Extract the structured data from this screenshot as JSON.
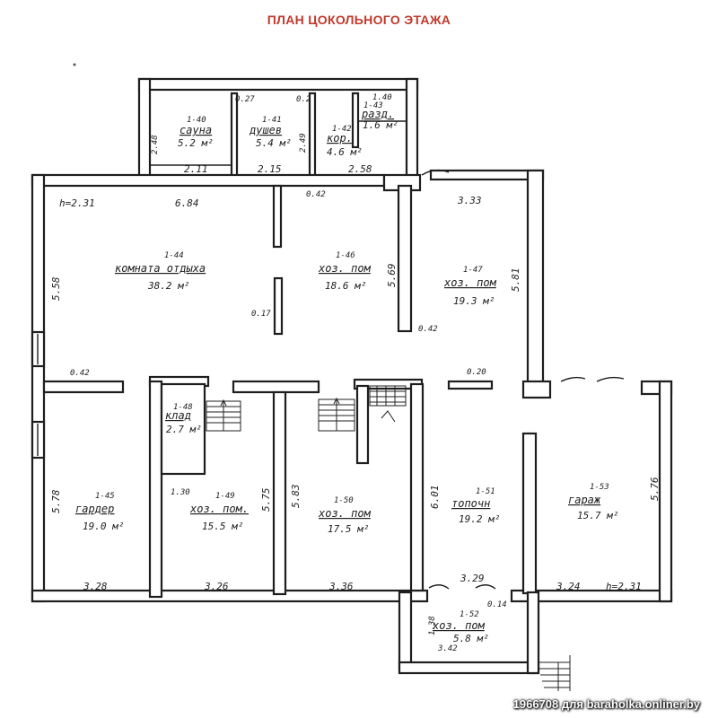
{
  "title": "ПЛАН ЦОКОЛЬНОГО ЭТАЖА",
  "watermark": "1966708 для baraholka.onliner.by",
  "colors": {
    "title": "#c0392b",
    "lines": "#1e1e1e",
    "background": "#ffffff"
  },
  "rooms": [
    {
      "key": "sauna",
      "id": "1-40",
      "name": "сауна",
      "area": "5.2 м²"
    },
    {
      "key": "shower",
      "id": "1-41",
      "name": "душев",
      "area": "5.4 м²"
    },
    {
      "key": "corridor",
      "id": "1-42",
      "name": "кор.",
      "area": "4.6 м²"
    },
    {
      "key": "dressing",
      "id": "1-43",
      "name": "разд.",
      "area": "1.6 м²"
    },
    {
      "key": "rest",
      "id": "1-44",
      "name": "комната отдыха",
      "area": "38.2 м²"
    },
    {
      "key": "wardrobe",
      "id": "1-45",
      "name": "гардер",
      "area": "19.0 м²"
    },
    {
      "key": "utility46",
      "id": "1-46",
      "name": "хоз. пом",
      "area": "18.6 м²"
    },
    {
      "key": "utility47",
      "id": "1-47",
      "name": "хоз. пом",
      "area": "19.3 м²"
    },
    {
      "key": "storage",
      "id": "1-48",
      "name": "клад",
      "area": "2.7 м²"
    },
    {
      "key": "utility49",
      "id": "1-49",
      "name": "хоз. пом.",
      "area": "15.5 м²"
    },
    {
      "key": "utility50",
      "id": "1-50",
      "name": "хоз. пом",
      "area": "17.5 м²"
    },
    {
      "key": "boiler",
      "id": "1-51",
      "name": "топочн",
      "area": "19.2 м²"
    },
    {
      "key": "utility52",
      "id": "1-52",
      "name": "хоз. пом",
      "area": "5.8 м²"
    },
    {
      "key": "garage",
      "id": "1-53",
      "name": "гараж",
      "area": "15.7 м²"
    }
  ],
  "dims": {
    "d248": "2.48",
    "d027": "0.27",
    "d02": "0.2",
    "d140": "1.40",
    "d249": "2.49",
    "d211": "2.11",
    "d215": "2.15",
    "d258": "2.58",
    "h1": "h=2.31",
    "d684": "6.84",
    "d042a": "0.42",
    "d333": "3.33",
    "d558": "5.58",
    "d569": "5.69",
    "d581": "5.81",
    "d017": "0.17",
    "d042b": "0.42",
    "d042c": "0.42",
    "d020": "0.20",
    "d578": "5.78",
    "d130": "1.30",
    "d575": "5.75",
    "d583": "5.83",
    "d601": "6.01",
    "d576": "5.76",
    "d328": "3.28",
    "d326": "3.26",
    "d336": "3.36",
    "d329": "3.29",
    "d324": "3.24",
    "h2": "h=2.31",
    "d014": "0.14",
    "d138": "1.38",
    "d342": "3.42"
  }
}
